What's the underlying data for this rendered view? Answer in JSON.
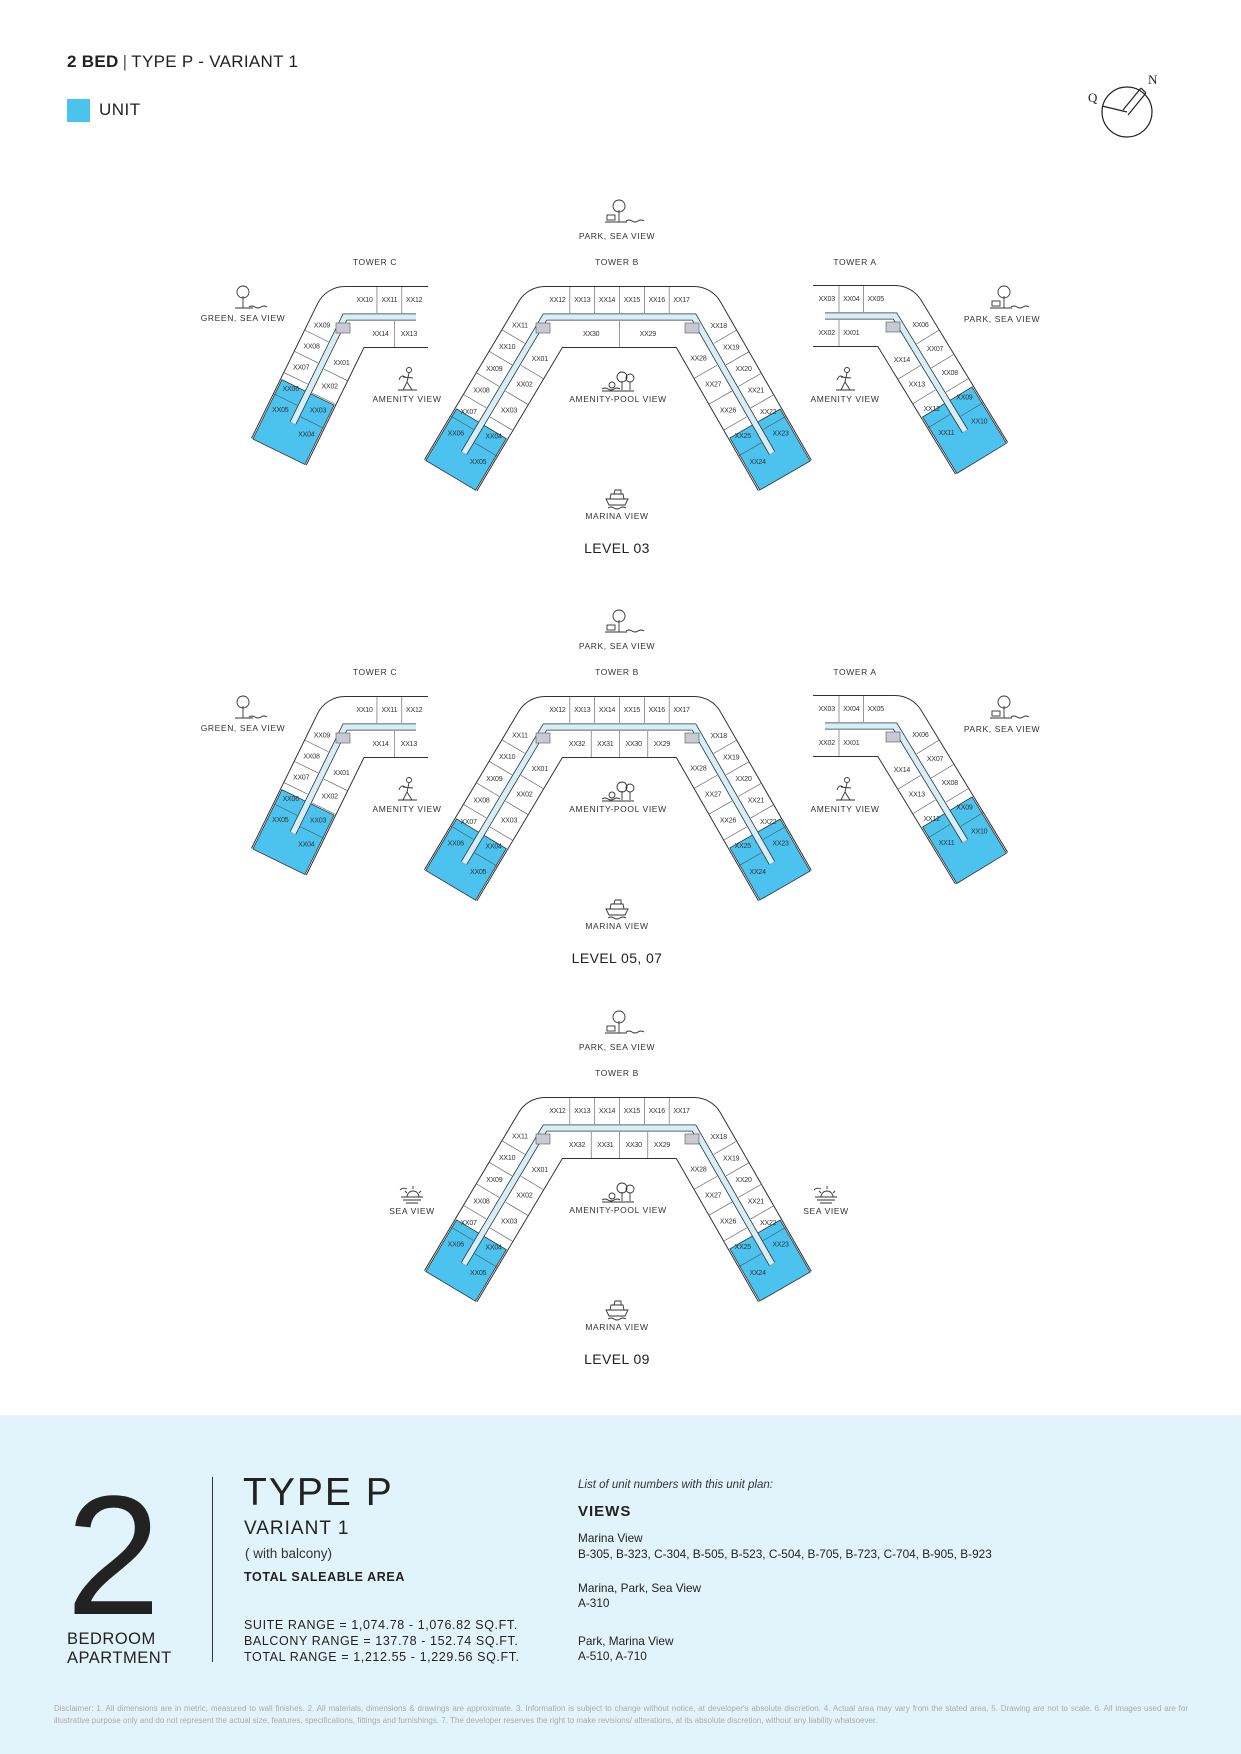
{
  "header": {
    "bed": "2 BED",
    "separator": "|",
    "type": "TYPE P - VARIANT 1"
  },
  "legend": {
    "unit_label": "UNIT",
    "unit_color": "#4cc2ef"
  },
  "compass": {
    "left_letter": "Q",
    "north_letter": "N"
  },
  "colors": {
    "highlight": "#4cc2ef",
    "corridor": "#d6eef8",
    "outline": "#333333",
    "panel": "#e2f4fb"
  },
  "levels": [
    {
      "title": "LEVEL 03",
      "views": [
        {
          "slot": "top",
          "icon": "park-icon",
          "label": "PARK, SEA VIEW"
        },
        {
          "slot": "left_far",
          "icon": "tree-icon",
          "label": "GREEN, SEA VIEW"
        },
        {
          "slot": "left_inner",
          "icon": "person-icon",
          "label": "AMENITY VIEW"
        },
        {
          "slot": "center",
          "icon": "pool-icon",
          "label": "AMENITY-POOL VIEW"
        },
        {
          "slot": "right_inner",
          "icon": "person-icon",
          "label": "AMENITY VIEW"
        },
        {
          "slot": "right_far",
          "icon": "park-icon",
          "label": "PARK, SEA VIEW"
        },
        {
          "slot": "bottom",
          "icon": "boat-icon",
          "label": "MARINA VIEW"
        }
      ],
      "towers": [
        {
          "id": "C",
          "name": "TOWER C",
          "highlighted": [
            "XX04"
          ],
          "units": {
            "top_outer": [
              "XX10",
              "XX11",
              "XX12"
            ],
            "top_inner": [
              "XX14",
              "XX13"
            ],
            "arm_outer": [
              "XX09",
              "XX08",
              "XX07",
              "XX06",
              "XX05"
            ],
            "arm_inner": [
              "XX01",
              "XX02",
              "XX03",
              "XX04"
            ]
          }
        },
        {
          "id": "B",
          "name": "TOWER B",
          "highlighted": [
            "XX05",
            "XX23"
          ],
          "units": {
            "left_outer": [
              "XX11",
              "XX10",
              "XX09",
              "XX08",
              "XX07",
              "XX06"
            ],
            "left_inner": [
              "XX01",
              "XX02",
              "XX03",
              "XX04",
              "XX05"
            ],
            "top_outer": [
              "XX12",
              "XX13",
              "XX14",
              "XX15",
              "XX16",
              "XX17"
            ],
            "top_inner": [
              "XX30",
              "XX29"
            ],
            "right_outer": [
              "XX18",
              "XX19",
              "XX20",
              "XX21",
              "XX22",
              "XX23"
            ],
            "right_inner": [
              "XX28",
              "XX27",
              "XX26",
              "XX25",
              "XX24"
            ]
          }
        },
        {
          "id": "A",
          "name": "TOWER A",
          "highlighted": [
            "XX10"
          ],
          "units": {
            "top_outer": [
              "XX03",
              "XX04",
              "XX05"
            ],
            "top_inner": [
              "XX02",
              "XX01"
            ],
            "arm_outer": [
              "XX06",
              "XX07",
              "XX08",
              "XX09",
              "XX10"
            ],
            "arm_inner": [
              "XX14",
              "XX13",
              "XX12",
              "XX11"
            ]
          }
        }
      ]
    },
    {
      "title": "LEVEL 05, 07",
      "views": [
        {
          "slot": "top",
          "icon": "park-icon",
          "label": "PARK, SEA VIEW"
        },
        {
          "slot": "left_far",
          "icon": "tree-icon",
          "label": "GREEN, SEA VIEW"
        },
        {
          "slot": "left_inner",
          "icon": "person-icon",
          "label": "AMENITY VIEW"
        },
        {
          "slot": "center",
          "icon": "pool-icon",
          "label": "AMENITY-POOL VIEW"
        },
        {
          "slot": "right_inner",
          "icon": "person-icon",
          "label": "AMENITY VIEW"
        },
        {
          "slot": "right_far",
          "icon": "park-icon",
          "label": "PARK, SEA VIEW"
        },
        {
          "slot": "bottom",
          "icon": "boat-icon",
          "label": "MARINA VIEW"
        }
      ],
      "towers": [
        {
          "id": "C",
          "name": "TOWER C",
          "highlighted": [
            "XX04"
          ],
          "units": {
            "top_outer": [
              "XX10",
              "XX11",
              "XX12"
            ],
            "top_inner": [
              "XX14",
              "XX13"
            ],
            "arm_outer": [
              "XX09",
              "XX08",
              "XX07",
              "XX06",
              "XX05"
            ],
            "arm_inner": [
              "XX01",
              "XX02",
              "XX03",
              "XX04"
            ]
          }
        },
        {
          "id": "B",
          "name": "TOWER B",
          "highlighted": [
            "XX05",
            "XX23"
          ],
          "units": {
            "left_outer": [
              "XX11",
              "XX10",
              "XX09",
              "XX08",
              "XX07",
              "XX06"
            ],
            "left_inner": [
              "XX01",
              "XX02",
              "XX03",
              "XX04",
              "XX05"
            ],
            "top_outer": [
              "XX12",
              "XX13",
              "XX14",
              "XX15",
              "XX16",
              "XX17"
            ],
            "top_inner": [
              "XX32",
              "XX31",
              "XX30",
              "XX29"
            ],
            "right_outer": [
              "XX18",
              "XX19",
              "XX20",
              "XX21",
              "XX22",
              "XX23"
            ],
            "right_inner": [
              "XX28",
              "XX27",
              "XX26",
              "XX25",
              "XX24"
            ]
          }
        },
        {
          "id": "A",
          "name": "TOWER A",
          "highlighted": [
            "XX10"
          ],
          "units": {
            "top_outer": [
              "XX03",
              "XX04",
              "XX05"
            ],
            "top_inner": [
              "XX02",
              "XX01"
            ],
            "arm_outer": [
              "XX06",
              "XX07",
              "XX08",
              "XX09",
              "XX10"
            ],
            "arm_inner": [
              "XX14",
              "XX13",
              "XX12",
              "XX11"
            ]
          }
        }
      ]
    },
    {
      "title": "LEVEL 09",
      "views": [
        {
          "slot": "top",
          "icon": "park-icon",
          "label": "PARK, SEA VIEW"
        },
        {
          "slot": "left_sea",
          "icon": "sun-icon",
          "label": "SEA VIEW"
        },
        {
          "slot": "center",
          "icon": "pool-icon",
          "label": "AMENITY-POOL VIEW"
        },
        {
          "slot": "right_sea",
          "icon": "sun-icon",
          "label": "SEA VIEW"
        },
        {
          "slot": "bottom",
          "icon": "boat-icon",
          "label": "MARINA VIEW"
        }
      ],
      "towers": [
        {
          "id": "B",
          "name": "TOWER B",
          "highlighted": [
            "XX05",
            "XX23"
          ],
          "units": {
            "left_outer": [
              "XX11",
              "XX10",
              "XX09",
              "XX08",
              "XX07",
              "XX06"
            ],
            "left_inner": [
              "XX01",
              "XX02",
              "XX03",
              "XX04",
              "XX05"
            ],
            "top_outer": [
              "XX12",
              "XX13",
              "XX14",
              "XX15",
              "XX16",
              "XX17"
            ],
            "top_inner": [
              "XX32",
              "XX31",
              "XX30",
              "XX29"
            ],
            "right_outer": [
              "XX18",
              "XX19",
              "XX20",
              "XX21",
              "XX22",
              "XX23"
            ],
            "right_inner": [
              "XX28",
              "XX27",
              "XX26",
              "XX25",
              "XX24"
            ]
          }
        }
      ]
    }
  ],
  "summary": {
    "bedrooms": "2",
    "bedroom_line1": "BEDROOM",
    "bedroom_line2": "APARTMENT",
    "type": "TYPE P",
    "variant": "VARIANT 1",
    "balcony_note": "( with balcony)",
    "area_heading": "TOTAL SALEABLE AREA",
    "suite_range": "SUITE RANGE = 1,074.78 - 1,076.82 SQ.FT.",
    "balcony_range": "BALCONY RANGE = 137.78 - 152.74 SQ.FT.",
    "total_range": "TOTAL RANGE = 1,212.55 - 1,229.56 SQ.FT.",
    "list_heading": "List of unit numbers with this unit plan:",
    "views_heading": "VIEWS",
    "view_groups": [
      {
        "name": "Marina View",
        "units": "B-305, B-323, C-304, B-505, B-523, C-504, B-705, B-723, C-704, B-905, B-923"
      },
      {
        "name": "Marina, Park, Sea View",
        "units": "A-310"
      },
      {
        "name": "Park, Marina View",
        "units": "A-510, A-710"
      }
    ]
  },
  "disclaimer": "Disclaimer: 1. All dimensions are in metric, measured to wall finishes. 2. All materials, dimensions & drawings are approximate. 3. Information is subject to change without notice, at developer's absolute discretion. 4. Actual area may vary from the stated area. 5. Drawing are not to scale. 6. All images used are for illustrative purpose only and do not represent the actual size, features, specifications, fittings and furnishings. 7. The developer reserves the right to make revisions/ alterations, at its absolute discretion, without any liability whatsoever."
}
